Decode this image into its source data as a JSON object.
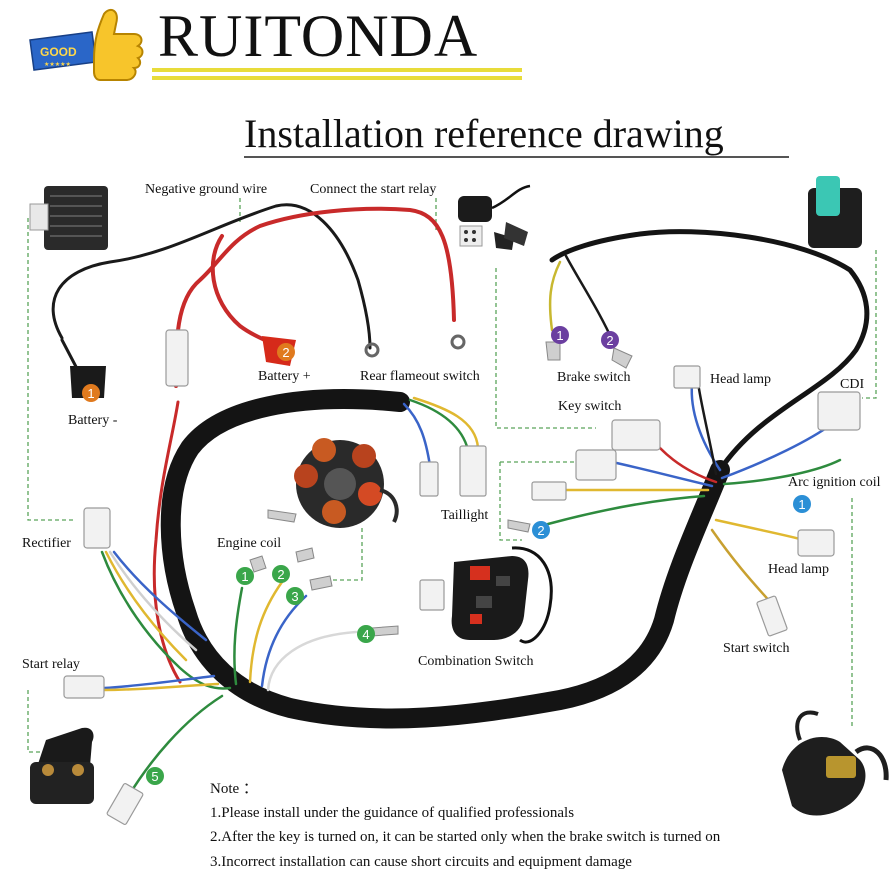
{
  "brand": {
    "logo_badge_text": "GOOD",
    "name": "RUITONDA"
  },
  "title": "Installation reference drawing",
  "labels": {
    "negative_ground_wire": "Negative ground wire",
    "connect_start_relay": "Connect the start relay",
    "battery_plus": "Battery +",
    "battery_minus": "Battery -",
    "rear_flameout_switch": "Rear flameout switch",
    "brake_switch": "Brake switch",
    "head_lamp_top": "Head lamp",
    "cdi": "CDI",
    "key_switch": "Key switch",
    "arc_ignition_coil": "Arc ignition coil",
    "taillight": "Taillight",
    "rectifier": "Rectifier",
    "engine_coil": "Engine coil",
    "head_lamp_right": "Head lamp",
    "start_switch": "Start switch",
    "combination_switch": "Combination Switch",
    "start_relay": "Start relay"
  },
  "badges": {
    "battery_minus": "1",
    "battery_plus": "2",
    "brake_1": "1",
    "brake_2": "2",
    "key_switch": "2",
    "arc_ignition": "1",
    "engine_1": "1",
    "engine_2": "2",
    "engine_3": "3",
    "engine_4": "4",
    "start_relay_5": "5"
  },
  "notes": {
    "heading": "Note ：",
    "items": [
      "1.Please install under the guidance of qualified professionals",
      "2.After the key is turned on, it can be started only when the brake switch is turned on",
      "3.Incorrect installation can cause short circuits and equipment damage"
    ]
  },
  "colors": {
    "badge_orange": "#e07a1e",
    "badge_purple": "#6b3fa0",
    "badge_blue": "#2b8fd6",
    "badge_green": "#3aa64a",
    "brand_underline": "#e8dc3a",
    "leader_line": "#5aa45a"
  }
}
